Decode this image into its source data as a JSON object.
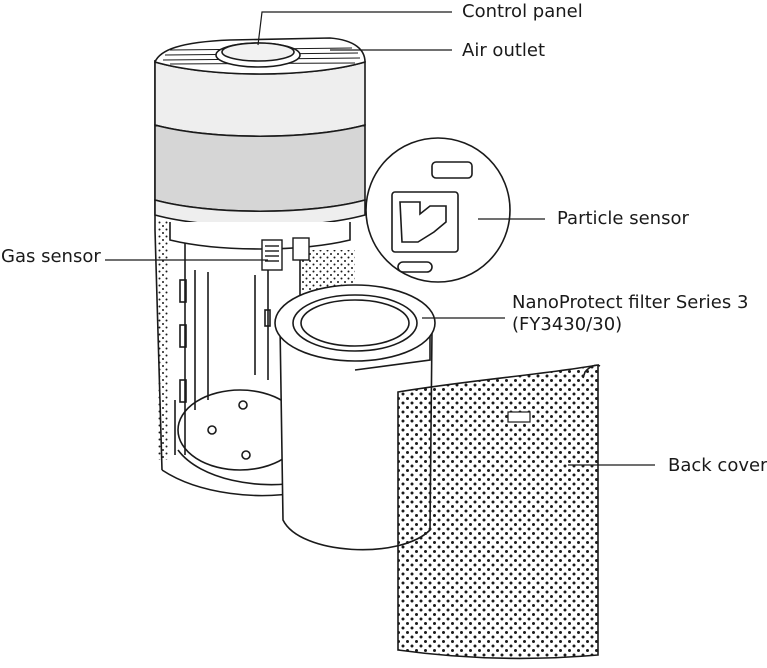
{
  "diagram": {
    "labels": {
      "control_panel": "Control panel",
      "air_outlet": "Air outlet",
      "particle_sensor": "Particle sensor",
      "gas_sensor": "Gas sensor",
      "filter_line1": "NanoProtect filter Series 3",
      "filter_line2": "(FY3430/30)",
      "back_cover": "Back cover"
    },
    "colors": {
      "stroke": "#1a1a1a",
      "top_band": "#eeeeee",
      "mid_band": "#d6d6d6",
      "background": "#ffffff"
    }
  }
}
